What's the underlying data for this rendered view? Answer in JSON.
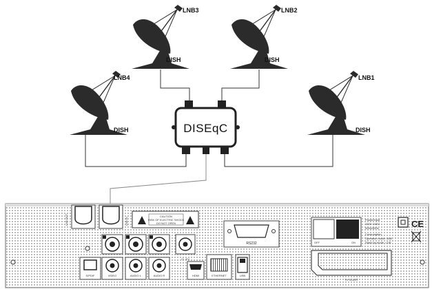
{
  "dishes": [
    {
      "id": "lnb3",
      "lnb_label": "LNB3",
      "dish_label": "DISH"
    },
    {
      "id": "lnb2",
      "lnb_label": "LNB2",
      "dish_label": "DISH"
    },
    {
      "id": "lnb4",
      "lnb_label": "LNB4",
      "dish_label": "DISH"
    },
    {
      "id": "lnb1",
      "lnb_label": "LNB1",
      "dish_label": "DISH"
    }
  ],
  "switch": {
    "label": "DISEqC"
  },
  "panel": {
    "ports": {
      "lnb_out": "LNB OUT",
      "lnb_in": "LNB IN",
      "spdif": "S/PDIF",
      "video": "VIDEO",
      "audio_l": "AUDIO L",
      "audio_r": "AUDIO R",
      "cvbs": "C/ -EV",
      "rs232": "RS232",
      "hdmi": "HDMI",
      "ethernet": "ETHERNET",
      "usb": "USB",
      "tv_scart": "TV SCART",
      "off": "OFF",
      "on": "ON"
    },
    "warning": {
      "title": "CAUTION",
      "line1": "RISK OF ELECTRIC SHOCK",
      "line2": "DO NOT OPEN"
    },
    "power_info": {
      "title": "Power/Input",
      "line1": "100V~240V",
      "line2": "50Hz/60Hz",
      "consumption_title": "Consumption",
      "line3": "Operation mode: 34W",
      "line4": "Stand by mode: <1W"
    },
    "ce_mark": "CE"
  }
}
